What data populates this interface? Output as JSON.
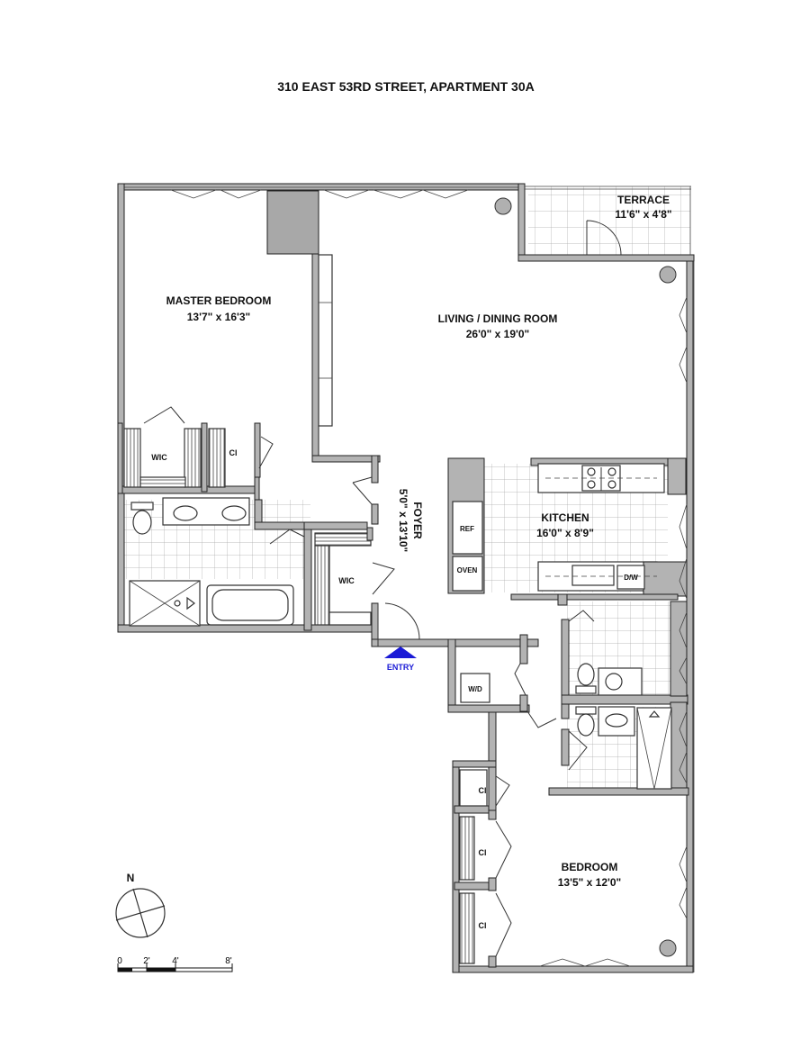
{
  "title": "310 EAST 53RD STREET, APARTMENT 30A",
  "rooms": {
    "terrace": {
      "name": "TERRACE",
      "dims": "11'6\" x 4'8\""
    },
    "master_bedroom": {
      "name": "MASTER BEDROOM",
      "dims": "13'7\" x 16'3\""
    },
    "living_dining": {
      "name": "LIVING / DINING ROOM",
      "dims": "26'0\" x 19'0\""
    },
    "foyer": {
      "name": "FOYER",
      "dims": "5'0\" x 13'10\""
    },
    "kitchen": {
      "name": "KITCHEN",
      "dims": "16'0\" x 8'9\""
    },
    "bedroom": {
      "name": "BEDROOM",
      "dims": "13'5\" x 12'0\""
    }
  },
  "fixtures": {
    "wic": "WIC",
    "cl": "Cl",
    "ref": "REF",
    "oven": "OVEN",
    "dw": "D/W",
    "wd": "W/D"
  },
  "entry_label": "ENTRY",
  "compass_label": "N",
  "scale_labels": [
    "0",
    "2'",
    "4'",
    "8'"
  ],
  "colors": {
    "wall_fill": "#b3b3b3",
    "entry_arrow": "#1a1ad6",
    "tile_grid": "#aaaaaa"
  }
}
